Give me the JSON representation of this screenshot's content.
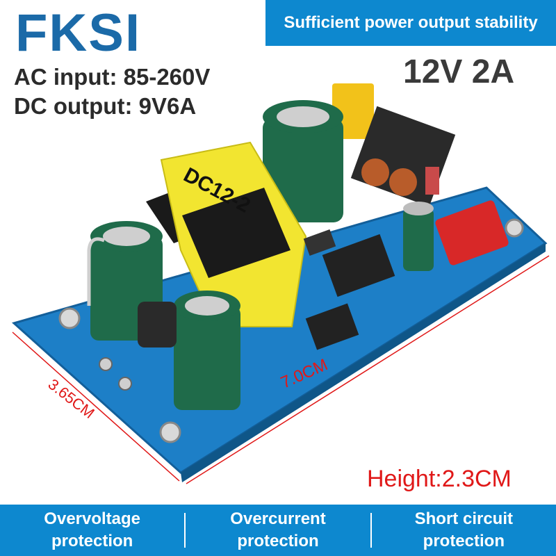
{
  "header": {
    "brand": "FKSI",
    "ac_input": "AC input: 85-260V",
    "dc_output": "DC output: 9V6A",
    "banner": "Sufficient power output stability",
    "rating": "12V 2A"
  },
  "dimensions": {
    "width": "7.0CM",
    "depth": "3.65CM",
    "height": "Height:2.3CM"
  },
  "transformer_label": "DC12-2",
  "features": [
    {
      "line1": "Overvoltage",
      "line2": "protection"
    },
    {
      "line1": "Overcurrent",
      "line2": "protection"
    },
    {
      "line1": "Short circuit",
      "line2": "protection"
    }
  ],
  "colors": {
    "banner": "#0d88cf",
    "brand": "#1b6aa8",
    "dimension": "#e01818",
    "pcb": "#1d7fc7",
    "transformer": "#f2e530",
    "capacitor": "#1f6b4a"
  }
}
